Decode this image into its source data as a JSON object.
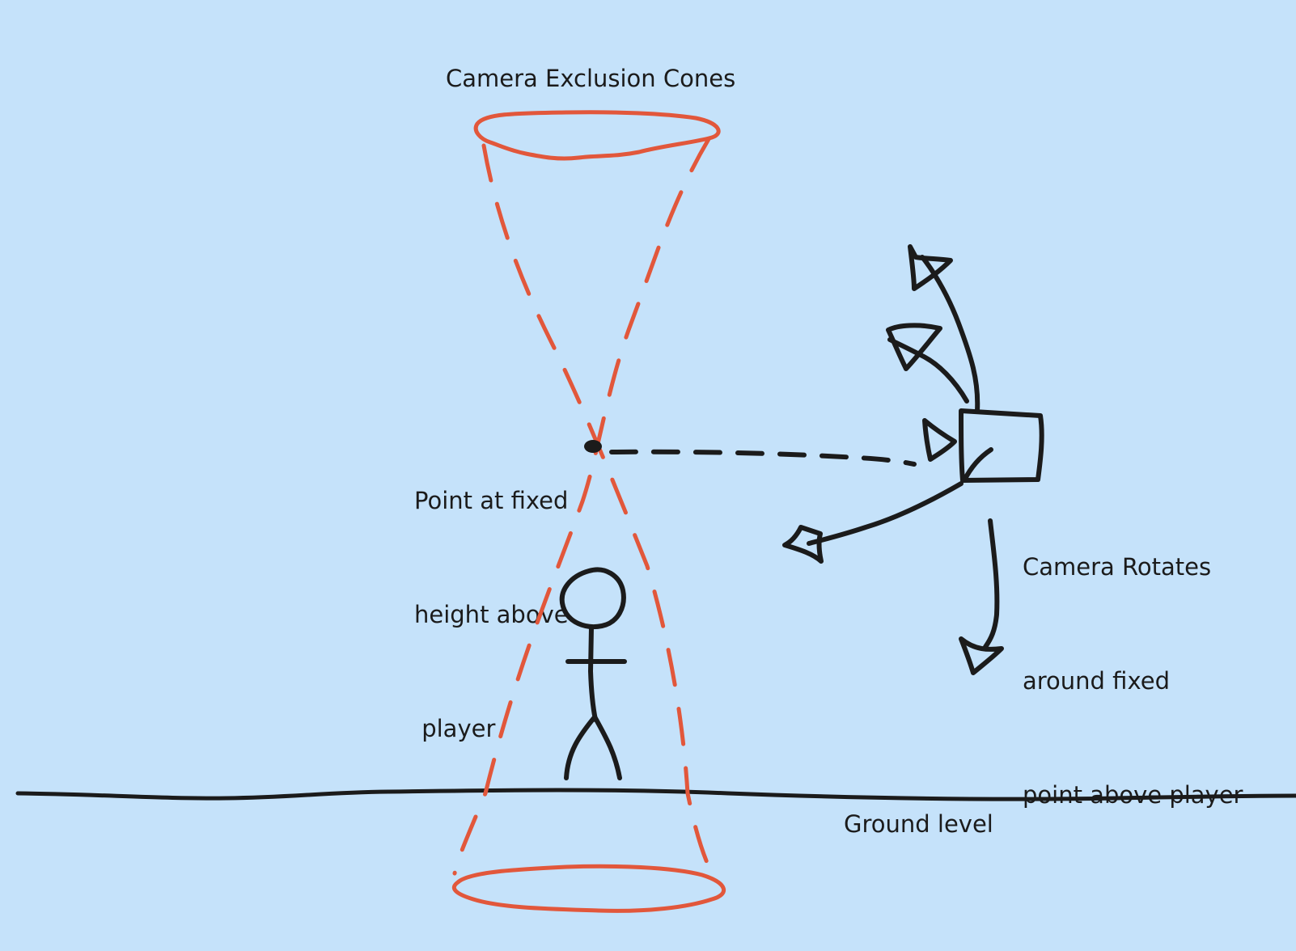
{
  "labels": {
    "title": "Camera Exclusion Cones",
    "point_lines": [
      "Point at fixed",
      "height above",
      " player"
    ],
    "camera_lines": [
      "Camera Rotates",
      "around fixed",
      "point above player"
    ],
    "ground": "Ground level"
  },
  "colors": {
    "background": "#c5e2fa",
    "cone": "#e2573b",
    "ink": "#1b1b1b"
  },
  "icons": [
    "camera-icon",
    "stick-figure-icon",
    "arrow-head-icon"
  ]
}
